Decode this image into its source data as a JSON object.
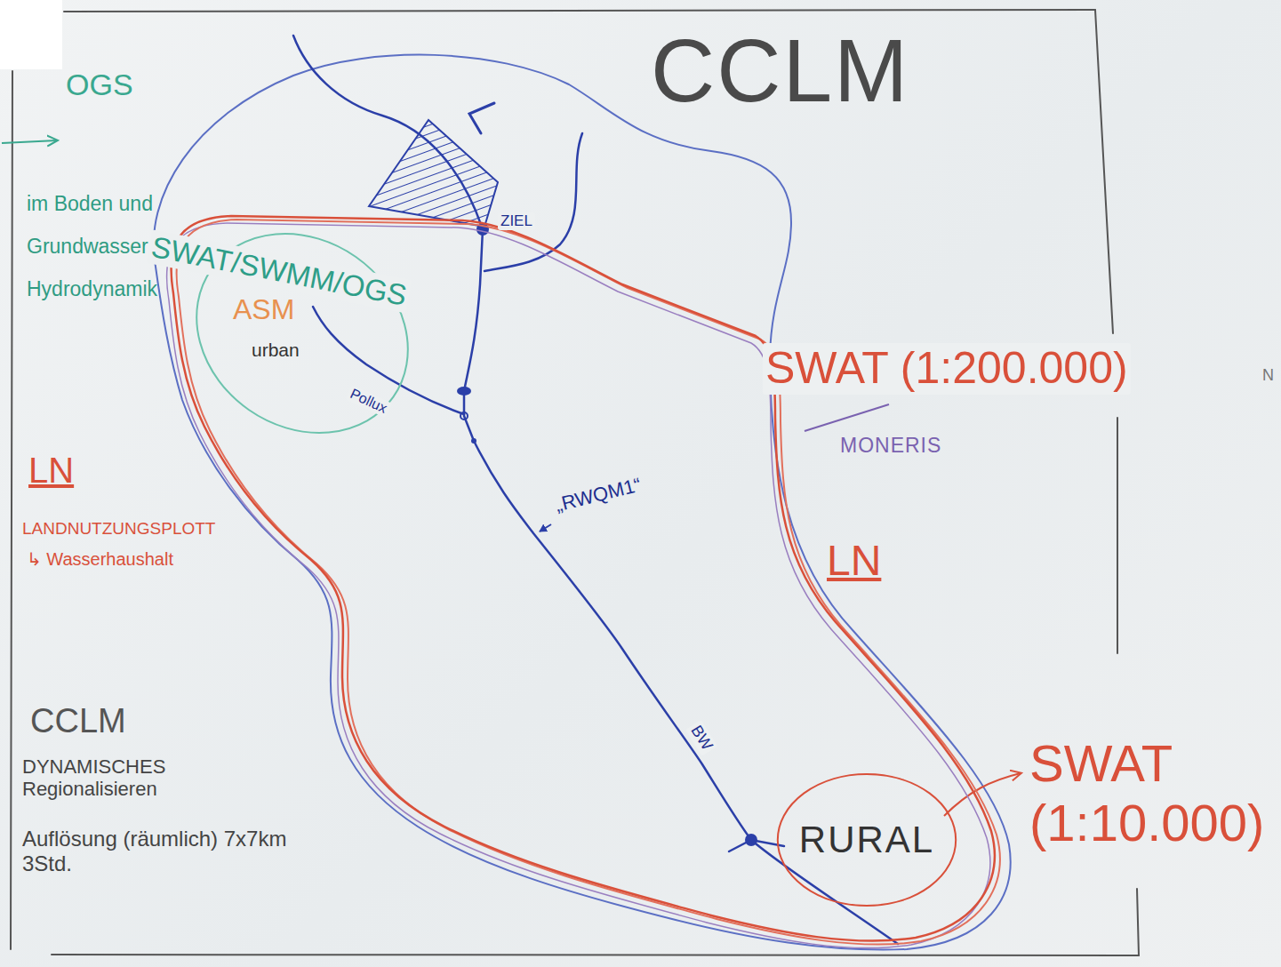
{
  "diagram": {
    "title": "CCLM",
    "nodes": [
      {
        "text": [
          "SWAT (1:200.000)",
          "MONERIS",
          "LN"
        ]
      },
      {
        "text": [
          "SWAT/SWMM/OGS",
          "ASM",
          "urban"
        ],
        "in": 0
      },
      {
        "text": [
          "RURAL"
        ],
        "in": 0
      }
    ],
    "labels": [
      "OGS",
      "im Boden und Grundwasser Hydrodynamik",
      "ZIEL",
      "Pollux",
      "„RWQM1“",
      "BW",
      "LN",
      "LANDNUTZUNGSPLOTT",
      "↳ Wasserhaushalt",
      "SWAT (1:10.000)",
      "CCLM",
      "DYNAMISCHES Regionalisieren",
      "Auflösung (räumlich) 7x7km 3Std.",
      "N"
    ]
  }
}
